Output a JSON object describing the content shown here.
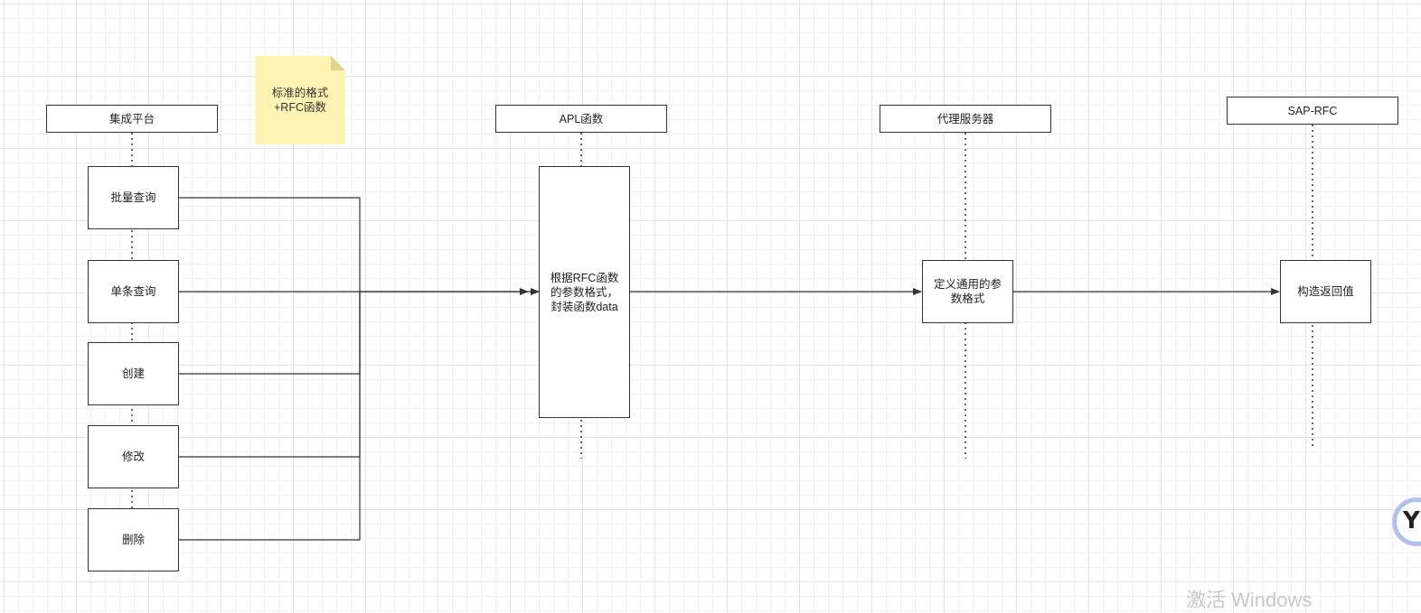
{
  "lanes": [
    {
      "id": "platform",
      "label": "集成平台"
    },
    {
      "id": "apl",
      "label": "APL函数"
    },
    {
      "id": "proxy",
      "label": "代理服务器"
    },
    {
      "id": "sap",
      "label": "SAP-RFC"
    }
  ],
  "note": {
    "text": "标准的格式\n+RFC函数"
  },
  "platform_actions": [
    {
      "label": "批量查询"
    },
    {
      "label": "单条查询"
    },
    {
      "label": "创建"
    },
    {
      "label": "修改"
    },
    {
      "label": "删除"
    }
  ],
  "apl_box": {
    "text": "根据RFC函数\n的参数格式，\n封装函数data"
  },
  "proxy_box": {
    "text": "定义通用的参\n数格式"
  },
  "sap_box": {
    "text": "构造返回值"
  },
  "watermark": {
    "text": "激活 Windows"
  },
  "colors": {
    "line": "#333333",
    "note": "#fff4b3",
    "grid": "#e4e4e4"
  },
  "icons": {
    "badge": "assistant-badge-icon"
  }
}
